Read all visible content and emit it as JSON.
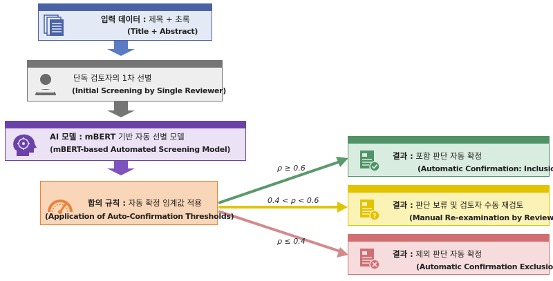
{
  "steps": {
    "input": {
      "label": "입력 데이터 :",
      "ko": "제목 + 초록",
      "en": "(Title + Abstract)"
    },
    "screening": {
      "ko": "단독 검토자의 1차 선별",
      "en": "(Initial Screening by Single Reviewer)"
    },
    "ai": {
      "label": "AI 모델 :",
      "ko": "mBERT 기반 자동 선별 모델",
      "en": "(mBERT-based Automated Screening Model)"
    },
    "consensus": {
      "label": "합의 규칙 :",
      "ko": "자동 확정 임계값 적용",
      "en": "(Application of Auto-Confirmation Thresholds)"
    }
  },
  "results": [
    {
      "label": "결과 :",
      "ko": "포함 판단 자동 확정",
      "en": "(Automatic Confirmation: Inclusion)",
      "condition": "ρ ≥ 0.6"
    },
    {
      "label": "결과 :",
      "ko": "판단 보류 및 검토자 수동 재검토",
      "en": "(Manual Re-examination by Reviewer)",
      "condition": "0.4 < ρ < 0.6"
    },
    {
      "label": "결과 :",
      "ko": "제외 판단 자동 확정",
      "en": "(Automatic Confirmation Exclusion)",
      "condition": "ρ ≤ 0.4"
    }
  ],
  "colors": {
    "input": "#4a63a8",
    "screening": "#6e6e6e",
    "ai": "#6a42a8",
    "consensus": "#e8843a",
    "inclusion": "#4f9366",
    "manual": "#e3c200",
    "exclusion": "#cf6f72"
  },
  "icons": [
    "document-stack-icon",
    "person-reviewer-icon",
    "ai-head-icon",
    "gauge-icon",
    "document-check-icon",
    "document-question-icon",
    "document-x-icon"
  ]
}
